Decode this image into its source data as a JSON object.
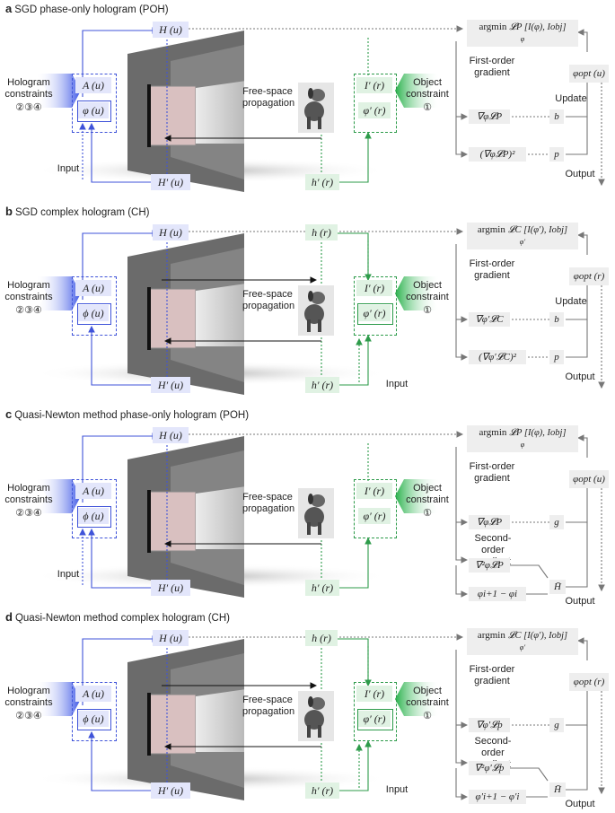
{
  "colors": {
    "blue": "#3f53d9",
    "green": "#2d9b4a",
    "gray": "#777777"
  },
  "panels": [
    {
      "letter": "a",
      "title": "SGD phase-only hologram (POH)",
      "H": "H (u)",
      "Hp": "H′ (u)",
      "A": "A (u)",
      "phi": "φ (u)",
      "I": "I′ (r)",
      "vphi": "φ′ (r)",
      "h": "",
      "hp": "h′ (r)",
      "hologram_constraints": "Hologram constraints",
      "hc_nums": "②③④",
      "object_constraint": "Object constraint",
      "oc_num": "①",
      "free_space": "Free-space propagation",
      "input_left": "Input",
      "input_right": "",
      "argmin": "argmin",
      "argsub": "φ",
      "loss": "𝓛P [I(φ), Iobj]",
      "first_order": "First-order gradient",
      "second_order": "",
      "grad1": "∇φ𝓛P",
      "grad1_out": "b",
      "grad2": "(∇φ𝓛P)²",
      "grad2_out": "p",
      "hbar": "",
      "update": "Update",
      "output": "Output",
      "opt": "φopt (u)"
    },
    {
      "letter": "b",
      "title": "SGD complex hologram (CH)",
      "H": "H (u)",
      "Hp": "H′ (u)",
      "A": "A (u)",
      "phi": "ϕ (u)",
      "I": "I′ (r)",
      "vphi": "φ′ (r)",
      "h": "h (r)",
      "hp": "h′ (r)",
      "hologram_constraints": "Hologram constraints",
      "hc_nums": "②③④",
      "object_constraint": "Object constraint",
      "oc_num": "①",
      "free_space": "Free-space propagation",
      "input_left": "",
      "input_right": "Input",
      "argmin": "argmin",
      "argsub": "φ′",
      "loss": "𝓛C [I(φ′), Iobj]",
      "first_order": "First-order gradient",
      "second_order": "",
      "grad1": "∇φ′𝓛C",
      "grad1_out": "b",
      "grad2": "(∇φ′𝓛C)²",
      "grad2_out": "p",
      "hbar": "",
      "update": "Update",
      "output": "Output",
      "opt": "φopt (r)"
    },
    {
      "letter": "c",
      "title": "Quasi-Newton method phase-only hologram (POH)",
      "H": "H (u)",
      "Hp": "H′ (u)",
      "A": "A (u)",
      "phi": "ϕ (u)",
      "I": "I′ (r)",
      "vphi": "φ′ (r)",
      "h": "",
      "hp": "h′ (r)",
      "hologram_constraints": "Hologram constraints",
      "hc_nums": "②③④",
      "object_constraint": "Object constraint",
      "oc_num": "①",
      "free_space": "Free-space propagation",
      "input_left": "Input",
      "input_right": "",
      "argmin": "argmin",
      "argsub": "φ",
      "loss": "𝓛P [I(φ), Iobj]",
      "first_order": "First-order gradient",
      "second_order": "Second-order gradient",
      "grad1": "∇φ𝓛P",
      "grad1_out": "g",
      "grad2": "∇²φ𝓛P",
      "grad2_out": "",
      "grad3": "φi+1 − φi",
      "hbar": "H̄",
      "update": "",
      "output": "Output",
      "opt": "φopt (u)"
    },
    {
      "letter": "d",
      "title": "Quasi-Newton method complex hologram (CH)",
      "H": "H (u)",
      "Hp": "H′ (u)",
      "A": "A (u)",
      "phi": "ϕ (u)",
      "I": "I′ (r)",
      "vphi": "φ′ (r)",
      "h": "h (r)",
      "hp": "h′ (r)",
      "hologram_constraints": "Hologram constraints",
      "hc_nums": "②③④",
      "object_constraint": "Object constraint",
      "oc_num": "①",
      "free_space": "Free-space propagation",
      "input_left": "",
      "input_right": "Input",
      "argmin": "argmin",
      "argsub": "φ′",
      "loss": "𝓛C [I(φ′), Iobj]",
      "first_order": "First-order gradient",
      "second_order": "Second-order gradient",
      "grad1": "∇φ′𝓛p",
      "grad1_out": "g",
      "grad2": "∇²φ′𝓛p",
      "grad2_out": "",
      "grad3": "φ′i+1 − φ′i",
      "hbar": "H̄",
      "update": "",
      "output": "Output",
      "opt": "φopt (r)"
    }
  ]
}
